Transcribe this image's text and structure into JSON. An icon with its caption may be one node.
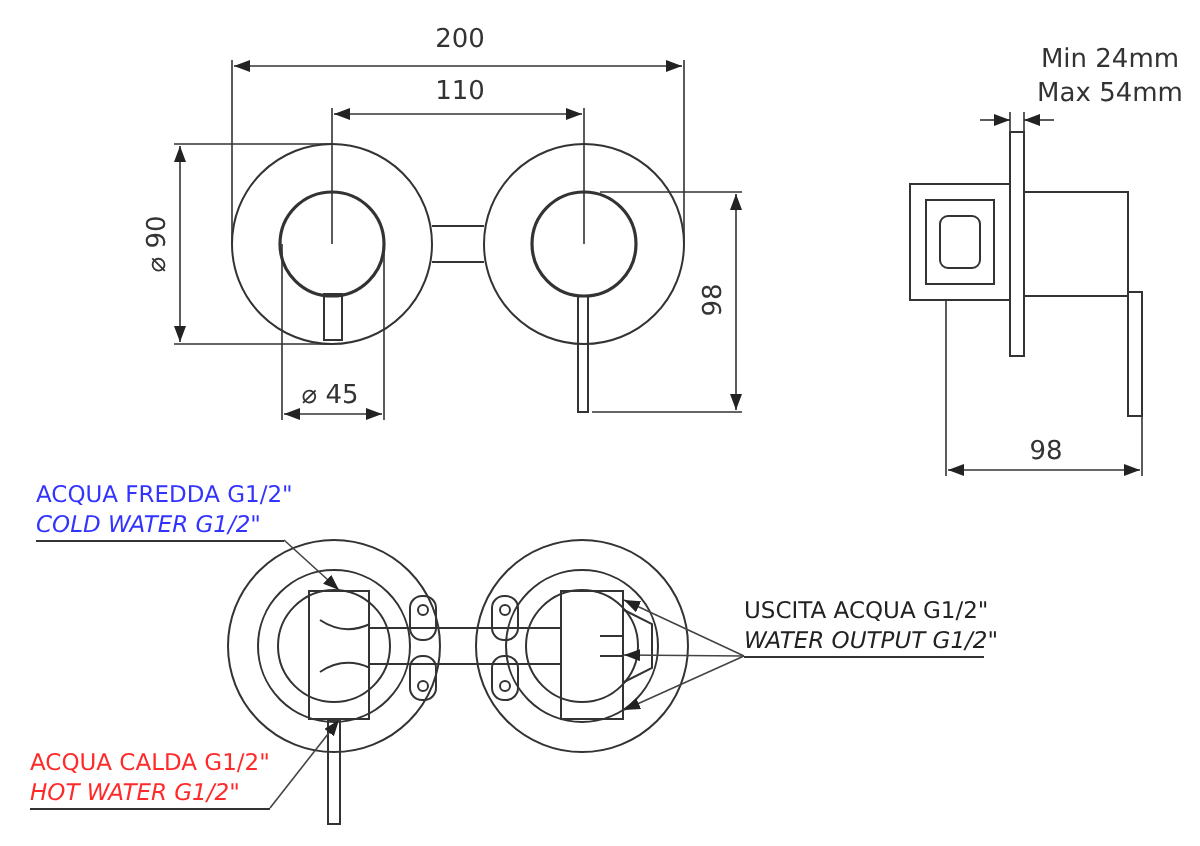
{
  "diagram": {
    "nodes": [
      {
        "text": [
          "ACQUA FREDDA G1/2\"",
          "COLD WATER G1/2\""
        ]
      },
      {
        "text": [
          "ACQUA CALDA G1/2\"",
          "HOT WATER G1/2\""
        ]
      },
      {
        "text": [
          "USCITA ACQUA G1/2\"",
          "WATER OUTPUT G1/2\""
        ]
      },
      {
        "text": [],
        "shape": "box"
      },
      {
        "text": [],
        "shape": "box"
      }
    ],
    "edges": [
      {
        "from": 0,
        "to": 3,
        "arrow": "to"
      },
      {
        "from": 1,
        "to": 3,
        "arrow": "to"
      },
      {
        "from": 2,
        "to": 4,
        "arrow": "to"
      },
      {
        "from": 2,
        "to": 4,
        "arrow": "to"
      },
      {
        "from": 2,
        "to": 4,
        "arrow": "to"
      }
    ],
    "labels": [
      "200",
      "110",
      "⌀ 90",
      "98",
      "⌀ 45",
      "Min 24mm",
      "Max 54mm",
      "98"
    ]
  }
}
